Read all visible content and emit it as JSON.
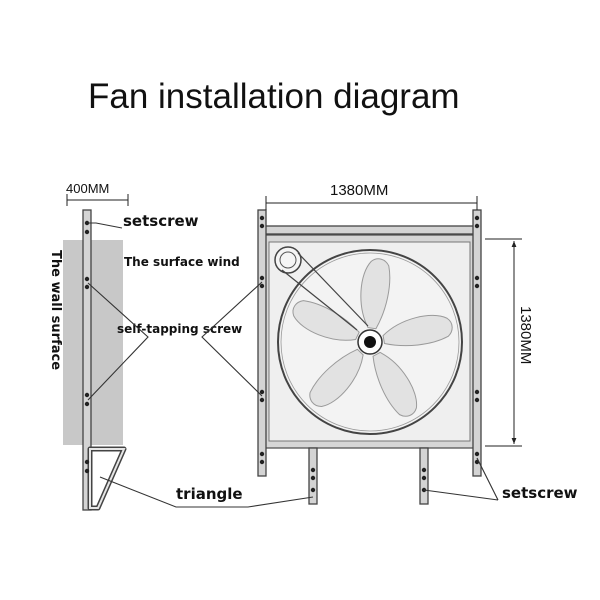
{
  "title": "Fan installation diagram",
  "labels": {
    "side_width": "400MM",
    "width": "1380MM",
    "height": "1380MM",
    "wall_surface": "The wall surface",
    "surface_wind": "The surface wind",
    "setscrew_top": "setscrew",
    "self_tapping_screw": "self-tapping screw",
    "triangle": "triangle",
    "setscrew_bottom": "setscrew"
  },
  "colors": {
    "wall": "#c8c8c8",
    "panel": "#efefef",
    "blade": "#e2e2e2",
    "frame": "#d4d4d4"
  },
  "fan": {
    "blade_count": 5
  }
}
